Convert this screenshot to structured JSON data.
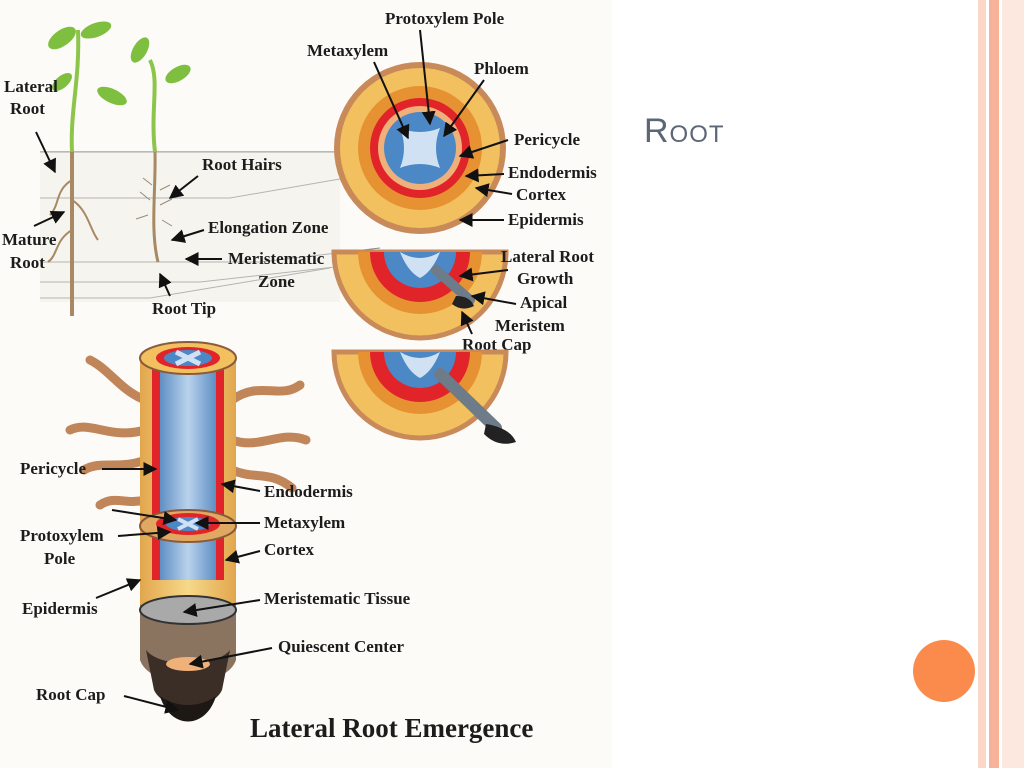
{
  "slide": {
    "title": "Root",
    "accent_color": "#fb8b4c",
    "stripe_colors": [
      "#fcd6c7",
      "#f6b39a",
      "#fde8df"
    ]
  },
  "diagram": {
    "title": "Lateral Root Emergence",
    "seedling_labels": {
      "lateral_root": "Lateral Root",
      "root_hairs": "Root Hairs",
      "elongation_zone": "Elongation Zone",
      "meristematic_zone": "Meristematic Zone",
      "mature_root": "Mature Root",
      "root_tip": "Root Tip"
    },
    "cross_section_labels": {
      "protoxylem_pole": "Protoxylem Pole",
      "metaxylem": "Metaxylem",
      "phloem": "Phloem",
      "pericycle": "Pericycle",
      "endodermis": "Endodermis",
      "cortex": "Cortex",
      "epidermis": "Epidermis",
      "lateral_root_growth": "Lateral Root Growth",
      "apical_meristem": "Apical Meristem",
      "root_cap": "Root Cap"
    },
    "longitudinal_labels": {
      "pericycle": "Pericycle",
      "endodermis": "Endodermis",
      "protoxylem_pole": "Protoxylem Pole",
      "metaxylem": "Metaxylem",
      "cortex": "Cortex",
      "epidermis": "Epidermis",
      "meristematic_tissue": "Meristematic Tissue",
      "quiescent_center": "Quiescent Center",
      "root_cap": "Root Cap"
    }
  }
}
